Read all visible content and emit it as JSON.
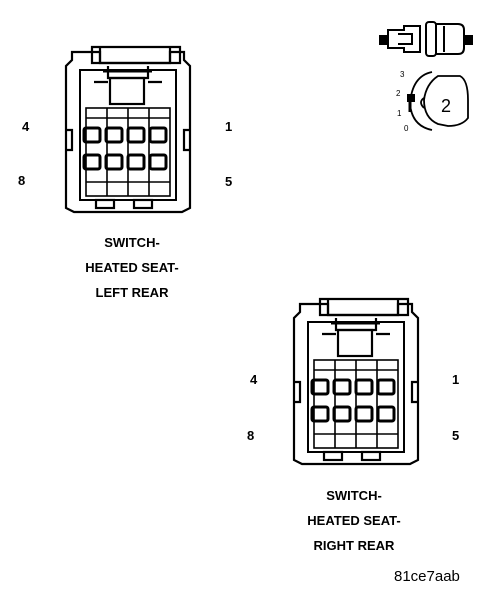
{
  "connectors": [
    {
      "caption": [
        "SWITCH-",
        "HEATED SEAT-",
        "LEFT REAR"
      ],
      "pins": {
        "top_left": "4",
        "bottom_left": "8",
        "top_right": "1",
        "bottom_right": "5"
      }
    },
    {
      "caption": [
        "SWITCH-",
        "HEATED SEAT-",
        "RIGHT REAR"
      ],
      "pins": {
        "top_left": "4",
        "bottom_left": "8",
        "top_right": "1",
        "bottom_right": "5"
      }
    }
  ],
  "legend": {
    "position_labels": [
      "3",
      "2",
      "1",
      "0"
    ],
    "knob_number": "2"
  },
  "figure_code": "81ce7aab"
}
